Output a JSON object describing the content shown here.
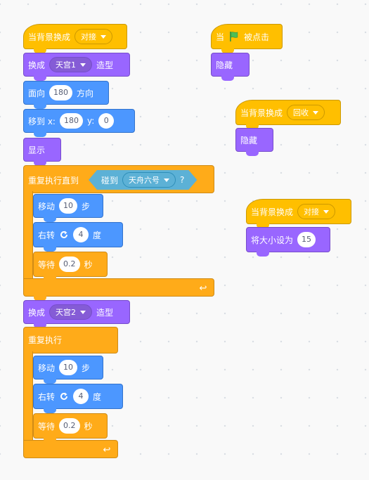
{
  "colors": {
    "events": "#FFBF00",
    "looks": "#9966FF",
    "motion": "#4C97FF",
    "control": "#FFAB19",
    "sensing": "#5CB1D6",
    "green_flag": "#4CBF56"
  },
  "script1": {
    "hat": {
      "label": "当背景换成",
      "dropdown": "对接"
    },
    "costume1": {
      "label": "换成",
      "dropdown": "天宫1",
      "suffix": "造型"
    },
    "point": {
      "label": "面向",
      "value": "180",
      "suffix": "方向"
    },
    "goto": {
      "label": "移到 x:",
      "x": "180",
      "ylabel": "y:",
      "y": "0"
    },
    "show": {
      "label": "显示"
    },
    "repeat_until": {
      "label": "重复执行直到",
      "touch_label": "碰到",
      "touch_dropdown": "天舟六号",
      "touch_q": "?"
    },
    "inner1": {
      "move": {
        "label": "移动",
        "value": "10",
        "suffix": "步"
      },
      "turn": {
        "label": "右转",
        "value": "4",
        "suffix": "度"
      },
      "wait": {
        "label": "等待",
        "value": "0.2",
        "suffix": "秒"
      }
    },
    "costume2": {
      "label": "换成",
      "dropdown": "天宫2",
      "suffix": "造型"
    },
    "forever": {
      "label": "重复执行"
    },
    "inner2": {
      "move": {
        "label": "移动",
        "value": "10",
        "suffix": "步"
      },
      "turn": {
        "label": "右转",
        "value": "4",
        "suffix": "度"
      },
      "wait": {
        "label": "等待",
        "value": "0.2",
        "suffix": "秒"
      }
    }
  },
  "script2": {
    "hat": {
      "label_before": "当",
      "label_after": "被点击",
      "icon": "green-flag-icon"
    },
    "hide": {
      "label": "隐藏"
    }
  },
  "script3": {
    "hat": {
      "label": "当背景换成",
      "dropdown": "回收"
    },
    "hide": {
      "label": "隐藏"
    }
  },
  "script4": {
    "hat": {
      "label": "当背景换成",
      "dropdown": "对接"
    },
    "size": {
      "label": "将大小设为",
      "value": "15"
    }
  }
}
